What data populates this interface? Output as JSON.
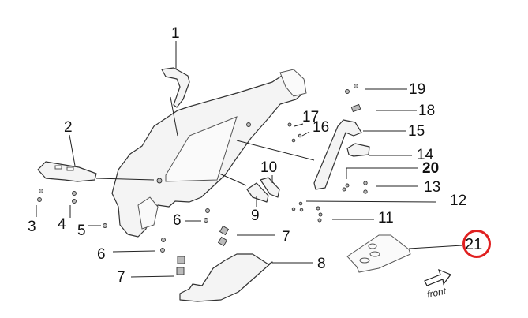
{
  "diagram": {
    "type": "exploded-parts-diagram",
    "subject": "motorcycle frame and brackets",
    "highlight_color": "#e02020",
    "highlighted_callout": "21",
    "direction_indicator": {
      "icon": "front-arrow-icon",
      "label": "front"
    },
    "callouts": [
      {
        "id": "1",
        "label": "1"
      },
      {
        "id": "2",
        "label": "2"
      },
      {
        "id": "3",
        "label": "3"
      },
      {
        "id": "4",
        "label": "4"
      },
      {
        "id": "5",
        "label": "5"
      },
      {
        "id": "6a",
        "label": "6"
      },
      {
        "id": "6b",
        "label": "6"
      },
      {
        "id": "7a",
        "label": "7"
      },
      {
        "id": "7b",
        "label": "7"
      },
      {
        "id": "8",
        "label": "8"
      },
      {
        "id": "9",
        "label": "9"
      },
      {
        "id": "10",
        "label": "10"
      },
      {
        "id": "11",
        "label": "11"
      },
      {
        "id": "12",
        "label": "12"
      },
      {
        "id": "13",
        "label": "13"
      },
      {
        "id": "14",
        "label": "14"
      },
      {
        "id": "15",
        "label": "15"
      },
      {
        "id": "16",
        "label": "16"
      },
      {
        "id": "17",
        "label": "17"
      },
      {
        "id": "18",
        "label": "18"
      },
      {
        "id": "19",
        "label": "19"
      },
      {
        "id": "20",
        "label": "20",
        "bold": true
      },
      {
        "id": "21",
        "label": "21",
        "highlighted": true
      }
    ]
  }
}
